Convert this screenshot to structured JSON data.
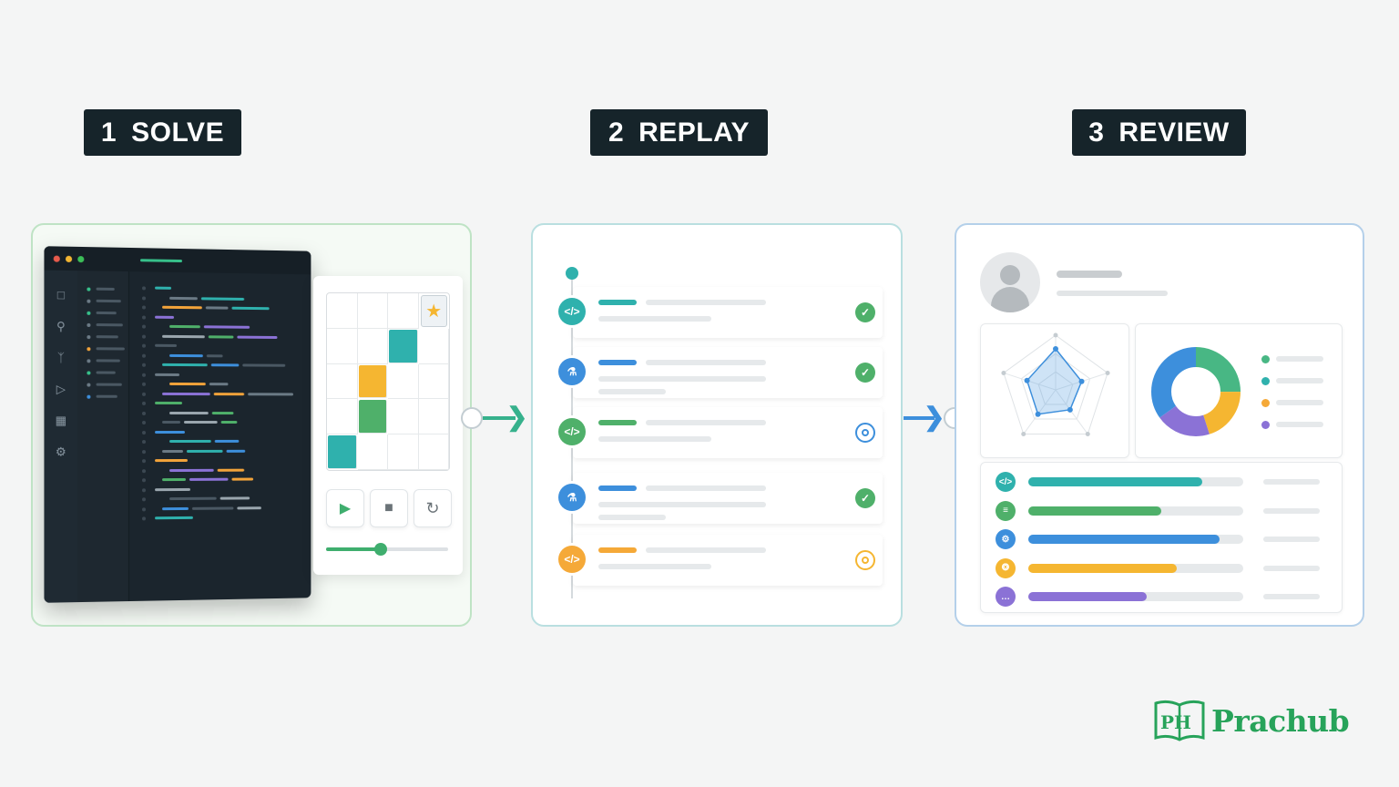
{
  "steps": [
    {
      "number": "1",
      "label": "SOLVE"
    },
    {
      "number": "2",
      "label": "REPLAY"
    },
    {
      "number": "3",
      "label": "REVIEW"
    }
  ],
  "solve": {
    "controls": {
      "play": "play-icon",
      "stop": "stop-icon",
      "reset": "refresh-icon"
    },
    "timeline_progress": 0.45,
    "rail_icons": [
      "file-icon",
      "search-icon",
      "branch-icon",
      "run-icon",
      "extensions-icon",
      "settings-icon"
    ]
  },
  "replay": {
    "events": [
      {
        "kind": "code",
        "icon": "code-icon",
        "color": "#2fb1ad",
        "status": "done"
      },
      {
        "kind": "test",
        "icon": "flask-icon",
        "color": "#3d8fdc",
        "status": "done"
      },
      {
        "kind": "code",
        "icon": "code-icon",
        "color": "#4fb06a",
        "status": "in-progress"
      },
      {
        "kind": "test",
        "icon": "flask-icon",
        "color": "#3d8fdc",
        "status": "done"
      },
      {
        "kind": "code",
        "icon": "code-icon",
        "color": "#f5a938",
        "status": "pending"
      }
    ]
  },
  "review": {
    "radar_values": [
      0.75,
      0.5,
      0.45,
      0.55,
      0.55
    ],
    "donut": [
      {
        "value": 25,
        "color": "#48b784"
      },
      {
        "value": 20,
        "color": "#f5b631"
      },
      {
        "value": 20,
        "color": "#8b72d6"
      },
      {
        "value": 35,
        "color": "#3d8fdc"
      }
    ],
    "skills": [
      {
        "icon": "code-icon",
        "color": "#2fb1ad",
        "value": 0.81
      },
      {
        "icon": "database-icon",
        "color": "#4fb06a",
        "value": 0.62
      },
      {
        "icon": "gear-icon",
        "color": "#3d8fdc",
        "value": 0.89
      },
      {
        "icon": "lightbulb-icon",
        "color": "#f5b631",
        "value": 0.69
      },
      {
        "icon": "chat-icon",
        "color": "#8b72d6",
        "value": 0.55
      }
    ]
  },
  "brand": {
    "name": "Prachub",
    "logo_text": "PH",
    "color": "#27a35a"
  }
}
